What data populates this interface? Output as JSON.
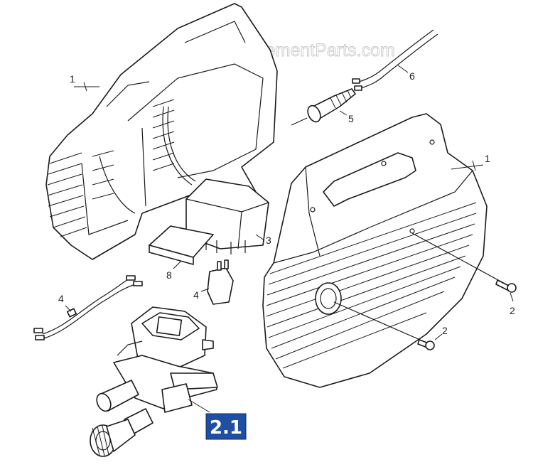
{
  "watermark": "eReplacementParts.com",
  "callouts": {
    "housing_left": "1",
    "housing_right": "1",
    "screw_upper": "2",
    "screw_lower": "2",
    "switch_box": "3",
    "wire_harness": "4",
    "switch_small": "4",
    "strain_relief": "5",
    "power_cord": "6",
    "foam_pad": "8",
    "pump_assembly": "2.1"
  },
  "colors": {
    "badge_fill": "#1f4fa3",
    "line": "#1a1a1a",
    "watermark_stroke": "#c8c8c8"
  }
}
